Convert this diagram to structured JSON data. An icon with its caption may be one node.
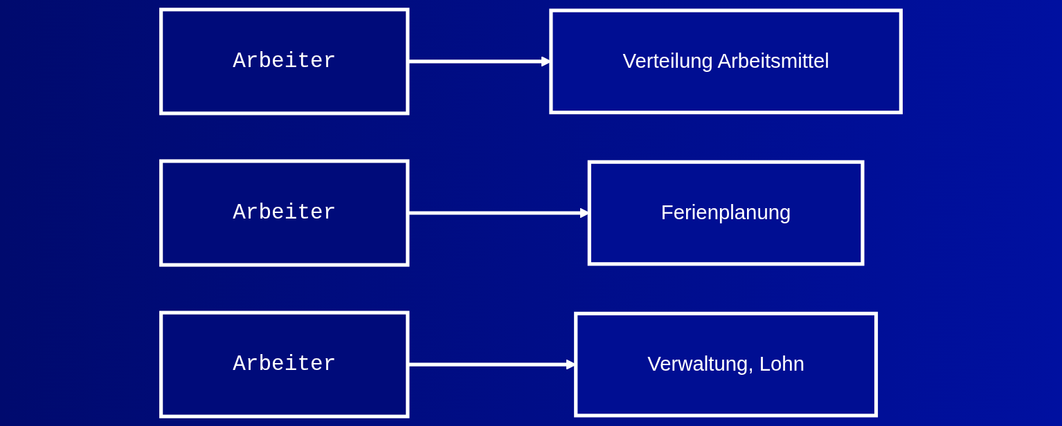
{
  "diagram": {
    "nodes": [
      {
        "text": [
          "Arbeiter"
        ]
      },
      {
        "text": [
          "Verteilung Arbeitsmittel"
        ]
      },
      {
        "text": [
          "Arbeiter"
        ]
      },
      {
        "text": [
          "Ferienplanung"
        ]
      },
      {
        "text": [
          "Arbeiter"
        ]
      },
      {
        "text": [
          "Verwaltung, Lohn"
        ]
      }
    ],
    "edges": [
      {
        "from": 0,
        "to": 1,
        "arrow": "to"
      },
      {
        "from": 2,
        "to": 3,
        "arrow": "to"
      },
      {
        "from": 4,
        "to": 5,
        "arrow": "to"
      }
    ]
  }
}
